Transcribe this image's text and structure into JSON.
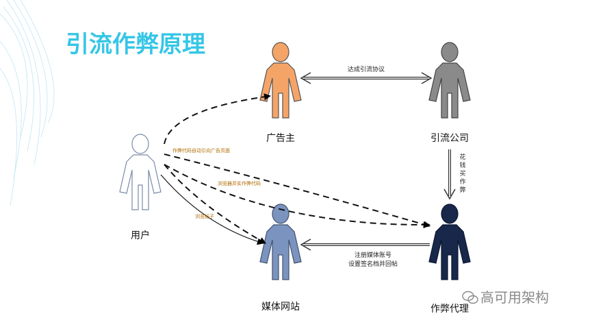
{
  "title": "引流作弊原理",
  "actors": {
    "advertiser": {
      "label": "广告主",
      "color": "#f5a467"
    },
    "traffic_company": {
      "label": "引流公司",
      "color": "#8a8a8a"
    },
    "user": {
      "label": "用户",
      "color": "#ffffff"
    },
    "media_site": {
      "label": "媒体网站",
      "color": "#7b94bf"
    },
    "cheater": {
      "label": "作弊代理",
      "color": "#17284a"
    }
  },
  "edges": {
    "agreement": "达成引流协议",
    "pay_cheat": [
      "花",
      "钱",
      "买",
      "作",
      "弊"
    ],
    "register": [
      "注册媒体账号",
      "设置签名档并回帖"
    ],
    "cheat_code_redirect": "作弊代码自动引向广告页面",
    "browse_cheat": "浏览器并实作弊代码",
    "browse_normal": "浏览帖子"
  },
  "watermark": "高可用架构"
}
